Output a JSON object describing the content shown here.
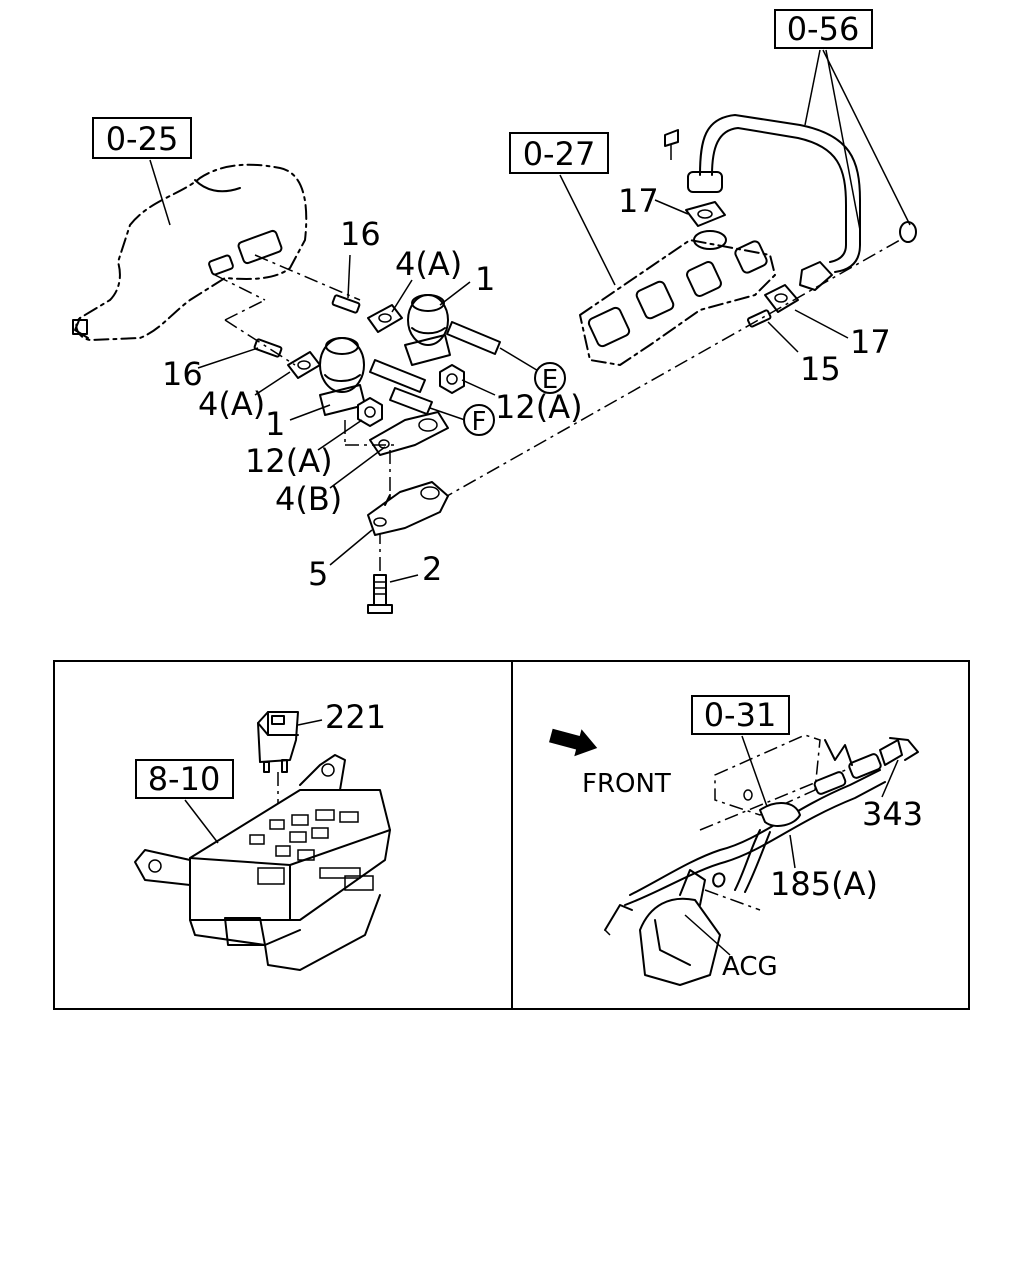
{
  "refs": {
    "r0_25": "0-25",
    "r0_27": "0-27",
    "r0_56": "0-56",
    "r8_10": "8-10",
    "r0_31": "0-31"
  },
  "callouts": {
    "c16_top": "16",
    "c16_left": "16",
    "c4a_top": "4(A)",
    "c4a_left": "4(A)",
    "c1_top": "1",
    "c1_left": "1",
    "c12a_right": "12(A)",
    "c12a_left": "12(A)",
    "c4b": "4(B)",
    "c5": "5",
    "c2": "2",
    "c17_top": "17",
    "c17_right": "17",
    "c15": "15",
    "cE": "E",
    "cF": "F",
    "c221": "221",
    "c343": "343",
    "c185a": "185(A)",
    "cAcg": "ACG",
    "front": "FRONT"
  }
}
